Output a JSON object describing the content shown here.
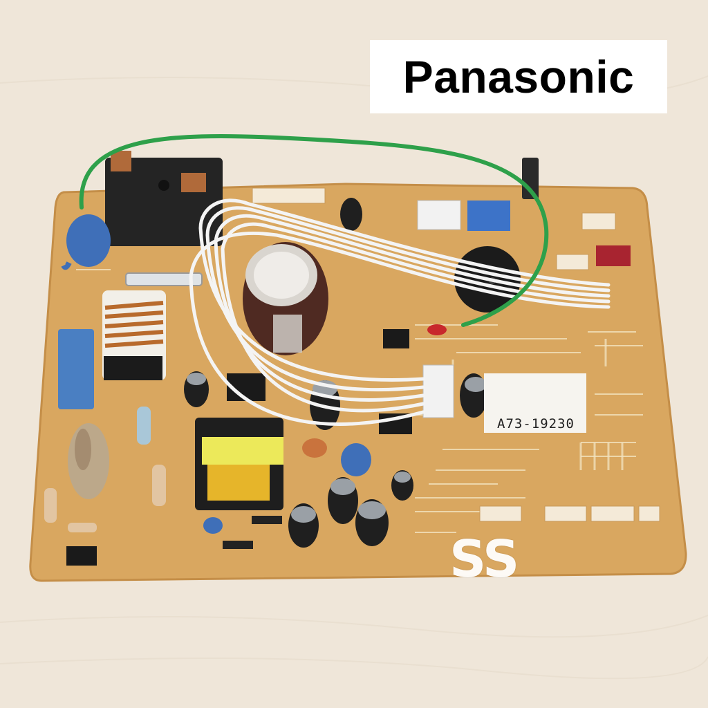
{
  "brand": {
    "text": "Panasonic"
  },
  "board": {
    "part_number": "A73-19230"
  },
  "watermark": {
    "text": "SS"
  },
  "colors": {
    "background": "#efe6d9",
    "pcb": "#d9a760",
    "wire_green": "#2ea04a"
  }
}
